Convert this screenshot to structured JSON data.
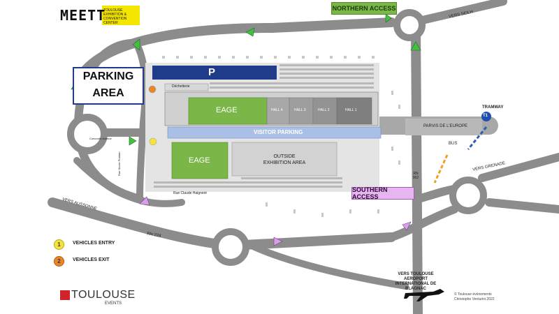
{
  "logo": {
    "meett_word": "MEETT",
    "meett_tagline": "TOULOUSE EXHIBITION & CONVENTION CENTER",
    "toulouse_word": "TOULOUSE",
    "toulouse_sub": "EVENTS"
  },
  "access": {
    "northern": "NORTHERN ACCESS",
    "southern": "SOUTHERN ACCESS"
  },
  "parking_area": "PARKING AREA",
  "parking_symbol": "P",
  "buildings": {
    "eage_top": "EAGE",
    "eage_bottom": "EAGE",
    "visitor_parking": "VISITOR PARKING",
    "outside_exhibition": "OUTSIDE EXHIBITION AREA",
    "hall4": "HALL 4",
    "hall3": "HALL 3",
    "hall2": "HALL 2",
    "hall1": "HALL 1",
    "dechetterie": "Déchetterie",
    "parvis": "PARVIS DE L'EUROPE"
  },
  "roads": {
    "vers_seilh": "VERS SEILH",
    "vers_grenade": "VERS GRENADE",
    "vers_aussonne": "VERS AUSSONNE",
    "rn224": "RN 224",
    "rn902": "RN 902",
    "concorde": "Concorde Avenue",
    "rue_claude_haignere": "Rue Claude Haigneré",
    "rue_nicole_pradain": "Rue Nicole Pradain"
  },
  "transport": {
    "tramway": "TRAMWAY",
    "tram_badge": "T1",
    "bus": "BUS"
  },
  "airport": "VERS TOULOUSE AEROPORT INTERNATIONAL DE BLAGNAC",
  "legend": {
    "entry_num": "1",
    "entry_label": "VEHICLES ENTRY",
    "exit_num": "2",
    "exit_label": "VEHICLES EXIT"
  },
  "credit": {
    "line1": "© Toulouse évènements",
    "line2": "Christophe Venturini 2022"
  },
  "colors": {
    "road": "#8c8c8c",
    "eage": "#7ab648",
    "parking_blue": "#1f3b8a",
    "visitor_parking": "#a9bfe6",
    "halls": "#9a9a9a",
    "entry": "#f4e33a",
    "exit": "#e8862a",
    "southern": "#e7b6f0",
    "northern": "#7ab648",
    "meett_yellow": "#f4e600",
    "toulouse_red": "#d1242a"
  }
}
